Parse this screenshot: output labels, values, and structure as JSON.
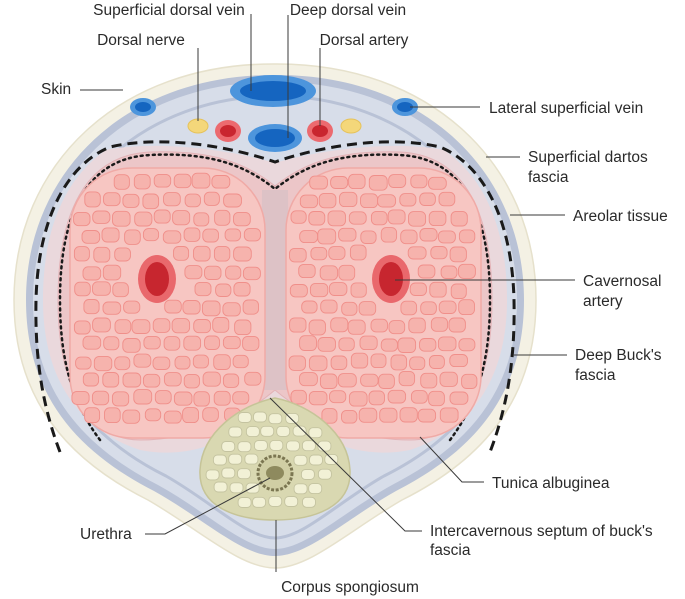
{
  "labels": {
    "superficial_dorsal_vein": "Superficial dorsal vein",
    "deep_dorsal_vein": "Deep dorsal vein",
    "dorsal_nerve": "Dorsal nerve",
    "dorsal_artery": "Dorsal artery",
    "skin": "Skin",
    "lateral_superficial_vein": "Lateral superficial vein",
    "superficial_dartos_fascia": [
      "Superficial dartos",
      "fascia"
    ],
    "areolar_tissue": "Areolar tissue",
    "cavernosal_artery": [
      "Cavernosal",
      "artery"
    ],
    "deep_bucks_fascia": [
      "Deep Buck's",
      "fascia"
    ],
    "tunica_albuginea": "Tunica albuginea",
    "urethra": "Urethra",
    "intercavernous_septum": [
      "Intercavernous septum of buck's",
      "fascia"
    ],
    "corpus_spongiosum": "Corpus spongiosum"
  },
  "colors": {
    "skin": "#f4f1e4",
    "fascia_band": "#b9c2d6",
    "areolar": "#d7dde9",
    "corpora": "#f7c6c2",
    "tunica": "#ecc6c8",
    "vein_dark": "#1565c0",
    "vein_light": "#4d95dc",
    "artery": "#d9363e",
    "nerve": "#f4d77a",
    "spongiosum": "#d9d8b1",
    "urethra": "#8e8a5e"
  }
}
